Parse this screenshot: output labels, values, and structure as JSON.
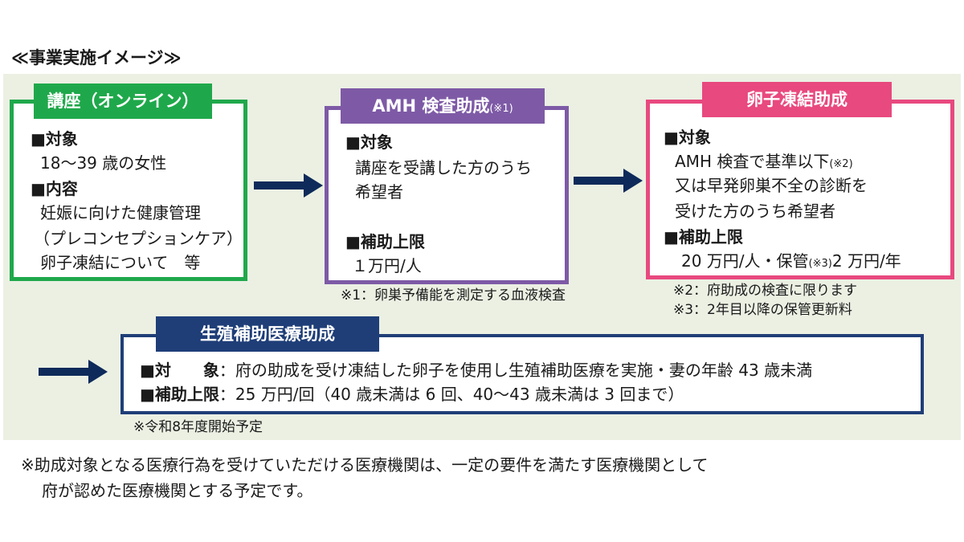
{
  "title": "≪事業実施イメージ≫",
  "colors": {
    "panel": "#ebf0e3",
    "green": "#1fa84b",
    "purple": "#7e5aa6",
    "pink": "#e8497f",
    "navy": "#1f3e78",
    "arrow": "#0e2a5a"
  },
  "box1": {
    "tab": "講座（オンライン）",
    "target_head": "■対象",
    "target_value": "18～39 歳の女性",
    "content_head": "■内容",
    "content_lines": [
      "妊娠に向けた健康管理",
      "（プレコンセプションケア）",
      "卵子凍結について　等"
    ]
  },
  "box2": {
    "tab": "AMH 検査助成",
    "tab_note": "(※1)",
    "target_head": "■対象",
    "target_lines": [
      "講座を受講した方のうち",
      "希望者"
    ],
    "limit_head": "■補助上限",
    "limit_value": "１万円/人",
    "footnote": "※1：卵巣予備能を測定する血液検査"
  },
  "box3": {
    "tab": "卵子凍結助成",
    "target_head": "■対象",
    "target_line1": "AMH 検査で基準以下",
    "target_line1_note": "(※2)",
    "target_line2": "又は早発卵巣不全の診断を",
    "target_line3": "受けた方のうち希望者",
    "limit_head": "■補助上限",
    "limit_value_a": "20 万円/人・保管",
    "limit_note": "(※3)",
    "limit_value_b": "2 万円/年",
    "footnotes": [
      "※2：府助成の検査に限ります",
      "※3：2年目以降の保管更新料"
    ]
  },
  "box4": {
    "tab": "生殖補助医療助成",
    "target_head": "■対　　象",
    "target_value": "：府の助成を受け凍結した卵子を使用し生殖補助医療を実施・妻の年齢 43 歳未満",
    "limit_head": "■補助上限",
    "limit_value": "：25 万円/回（40 歳未満は 6 回、40～43 歳未満は 3 回まで）",
    "footnote": "※令和8年度開始予定"
  },
  "footer": {
    "line1": "※助成対象となる医療行為を受けていただける医療機関は、一定の要件を満たす医療機関として",
    "line2": "府が認めた医療機関とする予定です。"
  }
}
